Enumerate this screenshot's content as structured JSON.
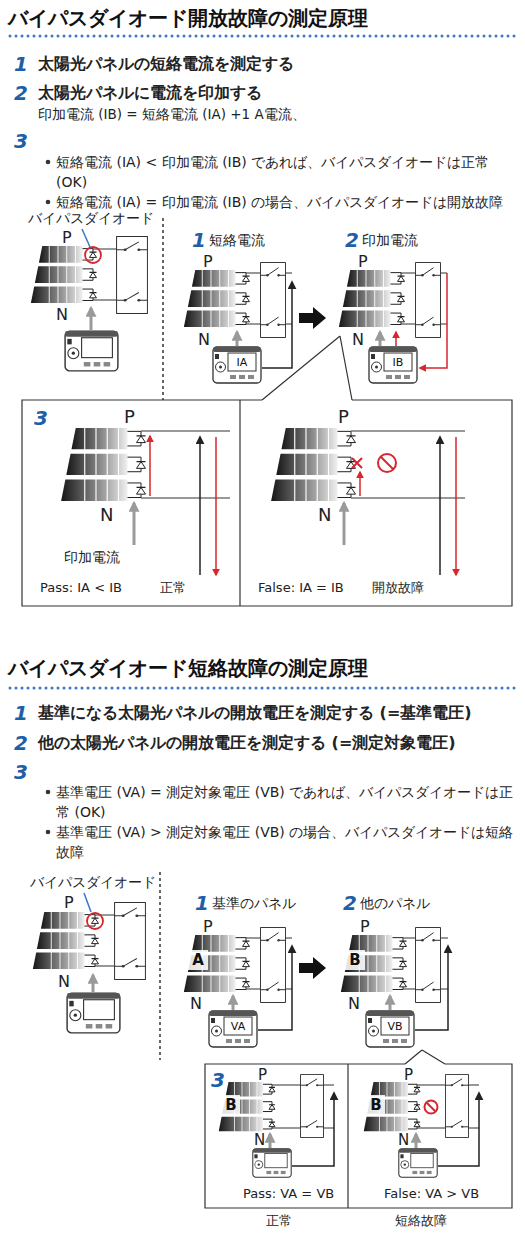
{
  "diagram": {
    "nodes": [
      {
        "text": [
          "IA"
        ]
      },
      {
        "text": [
          "IB"
        ]
      },
      {
        "text": [
          "3"
        ]
      },
      {
        "text": [
          "A"
        ]
      },
      {
        "text": [
          "VA"
        ]
      },
      {
        "text": [
          "B"
        ]
      },
      {
        "text": [
          "VB"
        ]
      },
      {
        "text": [
          "3"
        ]
      },
      {
        "text": [
          "B"
        ],
        "in": 7
      },
      {
        "text": [
          "B"
        ],
        "in": 7
      }
    ],
    "labels": [
      "バイパスダイオード開放故障の測定原理",
      "1",
      "太陽光パネルの短絡電流を測定する",
      "2",
      "太陽光パネルに電流を印加する",
      "印加電流 (IB) = 短絡電流 (IA) +1 A電流、",
      "3",
      "短絡電流 (IA) < 印加電流 (IB) であれば、バイパスダイオードは正常 (OK)",
      "短絡電流 (IA) = 印加電流 (IB) の場合、バイパスダイオードは開放故障",
      "バイパスダイオード",
      "P",
      "N",
      "1",
      "短絡電流",
      "P",
      "N",
      "2",
      "印加電流",
      "P",
      "N",
      "P",
      "N",
      "印加電流",
      "P",
      "N",
      "Pass: IA < IB",
      "正常",
      "False: IA = IB",
      "開放故障",
      "バイパスダイオード短絡故障の測定原理",
      "1",
      "基準になる太陽光パネルの開放電圧を測定する (=基準電圧)",
      "2",
      "他の太陽光パネルの開放電圧を測定する (=測定対象電圧)",
      "3",
      "基準電圧 (VA) = 測定対象電圧 (VB) であれば、バイパスダイオードは正常 (OK)",
      "基準電圧 (VA) > 測定対象電圧 (VB) の場合、バイパスダイオードは短絡故障",
      "バイパスダイオード",
      "P",
      "N",
      "1",
      "基準のパネル",
      "P",
      "N",
      "2",
      "他のパネル",
      "P",
      "N",
      "P",
      "N",
      "P",
      "N",
      "Pass: VA = VB",
      "False: VA > VB",
      "正常",
      "短絡故障"
    ]
  }
}
